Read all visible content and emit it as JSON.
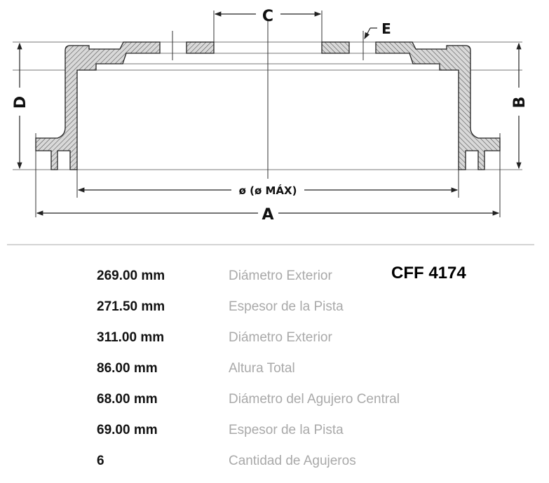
{
  "diagram": {
    "labels": {
      "A": "A",
      "B": "B",
      "C": "C",
      "D": "D",
      "E": "E",
      "diameter": "ø (ø MÁX)"
    }
  },
  "part_number": "CFF 4174",
  "specs": [
    {
      "key": "Ø",
      "value": "269.00 mm",
      "desc": "Diámetro Exterior"
    },
    {
      "key": "Ø Max",
      "value": "271.50 mm",
      "desc": "Espesor de la Pista"
    },
    {
      "key": "A",
      "value": "311.00 mm",
      "desc": "Diámetro Exterior"
    },
    {
      "key": "B",
      "value": "86.00 mm",
      "desc": "Altura Total"
    },
    {
      "key": "C",
      "value": "68.00 mm",
      "desc": "Diámetro del Agujero Central"
    },
    {
      "key": "D",
      "value": "69.00 mm",
      "desc": "Espesor de la Pista"
    },
    {
      "key": "E",
      "value": "6",
      "desc": "Cantidad de Agujeros"
    }
  ]
}
